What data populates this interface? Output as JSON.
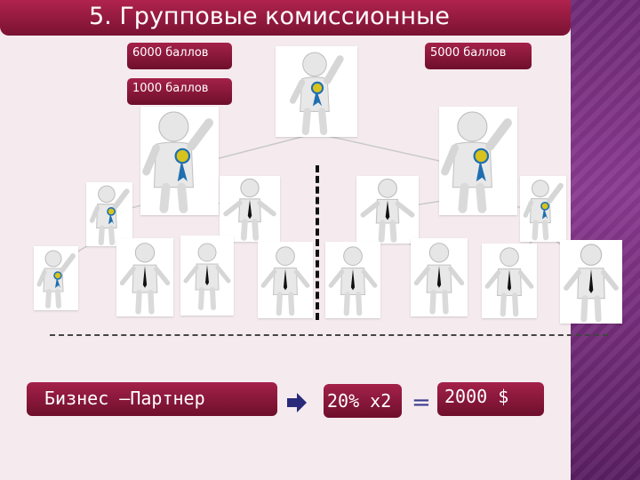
{
  "title": "5. Групповые комиссионные",
  "labels": {
    "left_top": "6000 баллов",
    "right_top": "5000 баллов",
    "left_second": "1000 баллов"
  },
  "formula": {
    "partner": "Бизнес –Партнер",
    "multiplier": "20% х2",
    "equals": "=",
    "result": "2000 $"
  },
  "colors": {
    "label_bg": "#8f1b3e",
    "sidebar": "#7a2e80",
    "ribbon": "#1f6fb0",
    "medal": "#d8c21c"
  }
}
